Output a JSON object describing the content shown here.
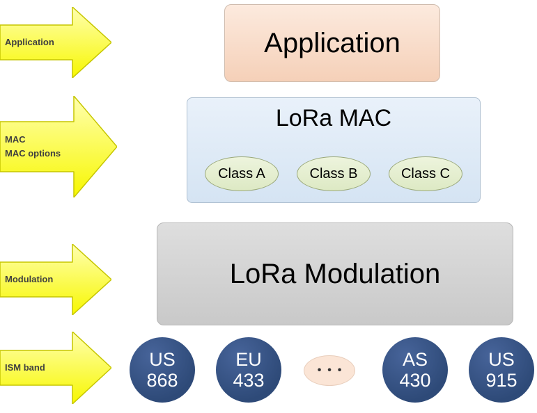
{
  "colors": {
    "arrow_fill_top": "#ffffb0",
    "arrow_fill_bottom": "#f7f700",
    "arrow_border": "#c6c600",
    "arrow_label": "#3f3f3f",
    "application_box_top": "#fceade",
    "application_box_bottom": "#f5d0b8",
    "application_box_border": "#cfbcae",
    "mac_box_top": "#e9f1fa",
    "mac_box_bottom": "#d5e4f3",
    "mac_box_border": "#aebfd0",
    "class_ellipse_top": "#edf4dd",
    "class_ellipse_bottom": "#dde9c4",
    "class_ellipse_border": "#9aa87a",
    "modulation_box_top": "#dedede",
    "modulation_box_bottom": "#c9c9c9",
    "modulation_box_border": "#b6b6b6",
    "band_circle": "#2e4a78",
    "band_circle_light": "#47649a",
    "band_text": "#ffffff",
    "dots_ellipse_fill": "#fbe5d6",
    "dots_ellipse_border": "#e8cdbb",
    "text": "#000000"
  },
  "arrows": [
    {
      "lines": [
        "Application"
      ]
    },
    {
      "lines": [
        "MAC",
        "MAC options"
      ]
    },
    {
      "lines": [
        "Modulation"
      ]
    },
    {
      "lines": [
        "ISM band"
      ]
    }
  ],
  "layers": {
    "application_label": "Application",
    "mac_title": "LoRa MAC",
    "mac_classes": [
      "Class A",
      "Class B",
      "Class C"
    ],
    "modulation_label": "LoRa Modulation"
  },
  "ism_bands": {
    "bands": [
      {
        "region": "US",
        "freq": "868"
      },
      {
        "region": "EU",
        "freq": "433"
      },
      {
        "region": "AS",
        "freq": "430"
      },
      {
        "region": "US",
        "freq": "915"
      }
    ],
    "dots_label": "•  •  •"
  }
}
